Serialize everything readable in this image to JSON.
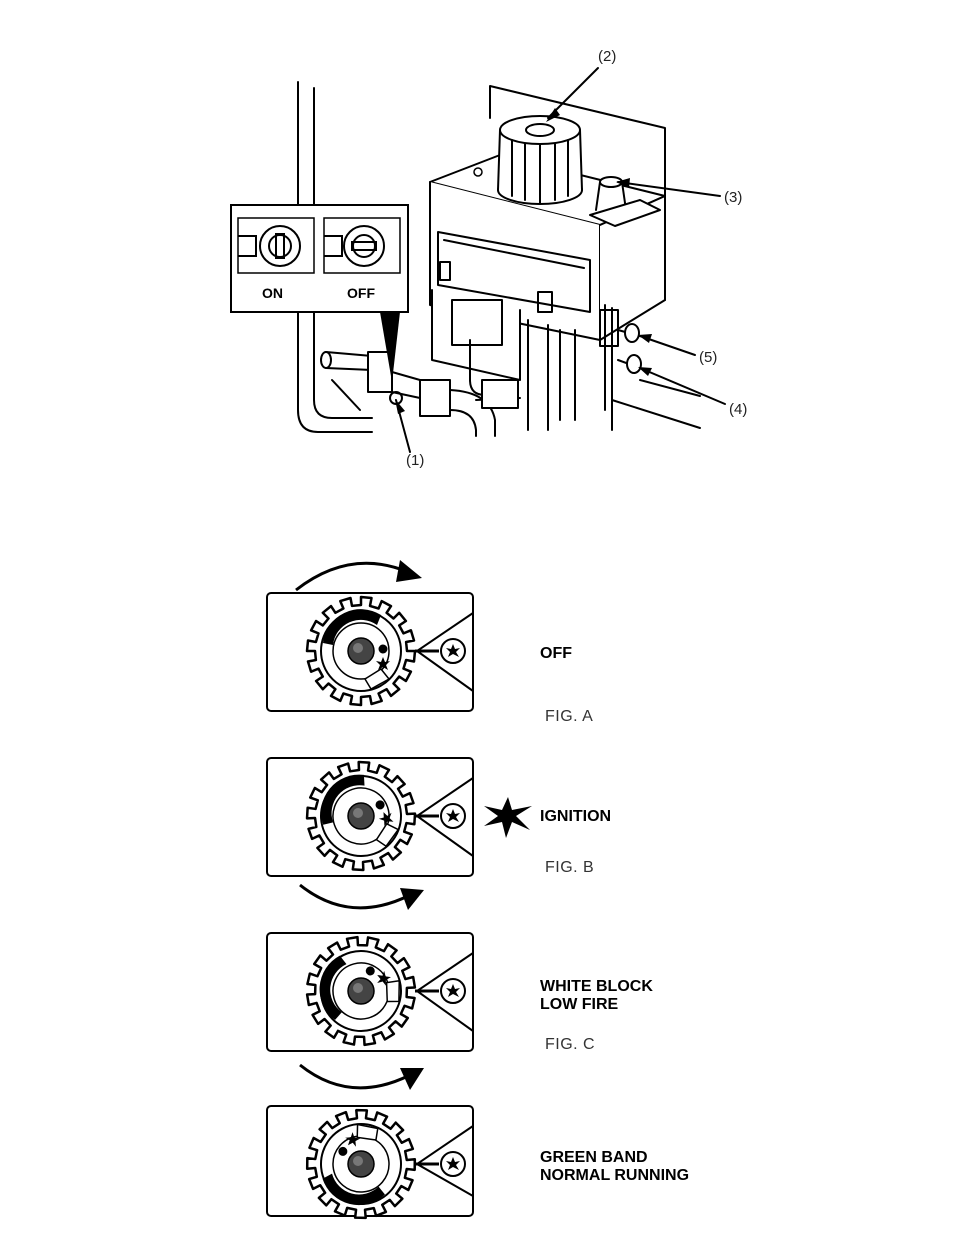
{
  "callouts": {
    "c1": "(1)",
    "c2": "(2)",
    "c3": "(3)",
    "c4": "(4)",
    "c5": "(5)"
  },
  "inset": {
    "on": "ON",
    "off": "OFF"
  },
  "states": [
    {
      "lines": [
        "OFF"
      ],
      "fig": "FIG. A"
    },
    {
      "lines": [
        "IGNITION"
      ],
      "fig": "FIG. B"
    },
    {
      "lines": [
        "WHITE BLOCK",
        "LOW FIRE"
      ],
      "fig": "FIG. C"
    },
    {
      "lines": [
        "GREEN BAND",
        "NORMAL RUNNING"
      ],
      "fig": ""
    }
  ]
}
